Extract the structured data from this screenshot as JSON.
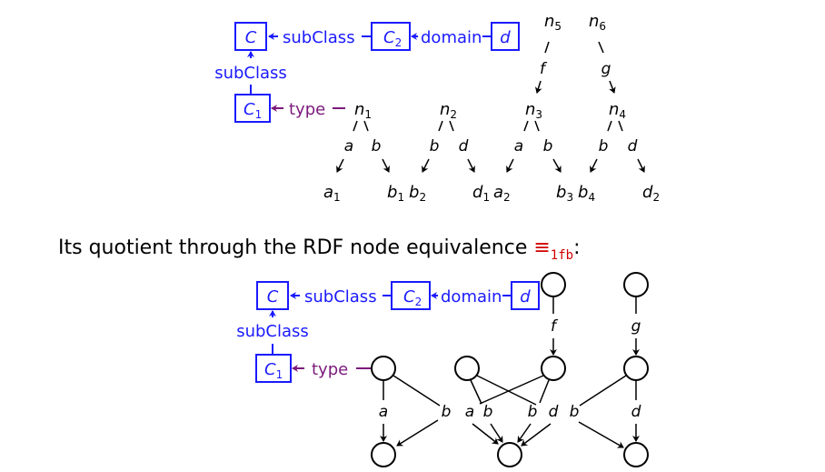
{
  "top": {
    "classes": {
      "C": "C",
      "C2": "C",
      "C2_sub": "2",
      "C1": "C",
      "C1_sub": "1",
      "d": "d"
    },
    "edges": {
      "subClass_horizontal": "subClass",
      "domain": "domain",
      "subClass_vertical": "subClass",
      "type": "type"
    },
    "nodes": {
      "n1": "n",
      "n1_sub": "1",
      "n2": "n",
      "n2_sub": "2",
      "n3": "n",
      "n3_sub": "3",
      "n4": "n",
      "n4_sub": "4",
      "n5": "n",
      "n5_sub": "5",
      "n6": "n",
      "n6_sub": "6"
    },
    "properties": {
      "f": "f",
      "g": "g",
      "n1_a": "a",
      "n1_b": "b",
      "n2_b": "b",
      "n2_d": "d",
      "n3_a": "a",
      "n3_b": "b",
      "n4_b": "b",
      "n4_d": "d"
    },
    "leaves": {
      "a1": "a",
      "a1_sub": "1",
      "b1": "b",
      "b1_sub": "1",
      "b2": "b",
      "b2_sub": "2",
      "d1": "d",
      "d1_sub": "1",
      "a2": "a",
      "a2_sub": "2",
      "b3": "b",
      "b3_sub": "3",
      "b4": "b",
      "b4_sub": "4",
      "d2": "d",
      "d2_sub": "2"
    }
  },
  "caption": {
    "text": "Its quotient through the RDF node equivalence ",
    "symbol": "≡",
    "symbol_sub": "1fb",
    "end": ":"
  },
  "bottom": {
    "classes": {
      "C": "C",
      "C2": "C",
      "C2_sub": "2",
      "C1": "C",
      "C1_sub": "1",
      "d": "d"
    },
    "edges": {
      "subClass_horizontal": "subClass",
      "domain": "domain",
      "subClass_vertical": "subClass",
      "type": "type"
    },
    "properties": {
      "f": "f",
      "g": "g",
      "a_left": "a",
      "b_left": "b",
      "a_mid": "a",
      "b_mid": "b",
      "b_mid2": "b",
      "d_mid": "d",
      "b_right": "b",
      "d_right": "d"
    }
  },
  "colors": {
    "schema": "#1a1aff",
    "type": "#7b1a7b",
    "data": "#000000",
    "equiv": "#d00000"
  }
}
